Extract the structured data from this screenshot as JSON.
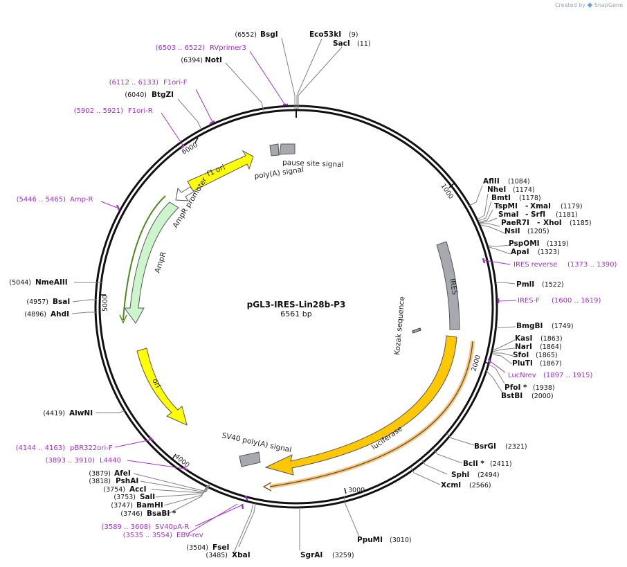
{
  "branding": {
    "created_by": "Created by",
    "brand_name": "SnapGene"
  },
  "plasmid": {
    "name": "pGL3-IRES-Lin28b-P3",
    "size_label": "6561 bp",
    "length": 6561
  },
  "tick_labels": [
    "1000",
    "2000",
    "3000",
    "4000",
    "5000",
    "6000"
  ],
  "features": [
    {
      "name": "f1 ori",
      "label": "f1 ori",
      "color": "#ffff00"
    },
    {
      "name": "AmpR promoter",
      "label": "AmpR promoter",
      "color": "#ffffff"
    },
    {
      "name": "AmpR",
      "label": "AmpR",
      "color": "#ccf5cc"
    },
    {
      "name": "ori",
      "label": "ori",
      "color": "#ffff00"
    },
    {
      "name": "luciferase",
      "label": "luciferase",
      "color": "#ffc800"
    },
    {
      "name": "IRES",
      "label": "IRES",
      "color": "#a6aaae"
    },
    {
      "name": "pause site signal",
      "label": "pause site signal",
      "color": "#a6aaae"
    },
    {
      "name": "poly(A) signal",
      "label": "poly(A) signal",
      "color": "#a6aaae"
    },
    {
      "name": "SV40 poly(A) signal",
      "label": "SV40 poly(A) signal",
      "color": "#a6aaae"
    },
    {
      "name": "Kozak sequence",
      "label": "Kozak sequence",
      "color": "#a6aaae"
    }
  ],
  "enzymes": [
    {
      "name": "BsgI",
      "pos": "(6552)"
    },
    {
      "name": "Eco53kI",
      "pos": "(9)"
    },
    {
      "name": "SacI",
      "pos": "(11)"
    },
    {
      "name": "NotI",
      "pos": "(6394)"
    },
    {
      "name": "BtgZI",
      "pos": "(6040)"
    },
    {
      "name": "AflII",
      "pos": "(1084)"
    },
    {
      "name": "NheI",
      "pos": "(1174)"
    },
    {
      "name": "BmtI",
      "pos": "(1178)"
    },
    {
      "name": "TspMI",
      "name2": "XmaI",
      "pos": "(1179)"
    },
    {
      "name": "SmaI",
      "name2": "SrfI",
      "pos": "(1181)"
    },
    {
      "name": "PaeR7I",
      "name2": "XhoI",
      "pos": "(1185)"
    },
    {
      "name": "NsiI",
      "pos": "(1205)"
    },
    {
      "name": "PspOMI",
      "pos": "(1319)"
    },
    {
      "name": "ApaI",
      "pos": "(1323)"
    },
    {
      "name": "PmlI",
      "pos": "(1522)"
    },
    {
      "name": "BmgBI",
      "pos": "(1749)"
    },
    {
      "name": "KasI",
      "pos": "(1863)"
    },
    {
      "name": "NarI",
      "pos": "(1864)"
    },
    {
      "name": "SfoI",
      "pos": "(1865)"
    },
    {
      "name": "PluTI",
      "pos": "(1867)"
    },
    {
      "name": "PfoI *",
      "pos": "(1938)"
    },
    {
      "name": "BstBI",
      "pos": "(2000)"
    },
    {
      "name": "BsrGI",
      "pos": "(2321)"
    },
    {
      "name": "BclI *",
      "pos": "(2411)"
    },
    {
      "name": "SphI",
      "pos": "(2494)"
    },
    {
      "name": "XcmI",
      "pos": "(2566)"
    },
    {
      "name": "PpuMI",
      "pos": "(3010)"
    },
    {
      "name": "SgrAI",
      "pos": "(3259)"
    },
    {
      "name": "FseI",
      "pos": "(3504)"
    },
    {
      "name": "XbaI",
      "pos": "(3485)"
    },
    {
      "name": "AfeI",
      "pos": "(3879)"
    },
    {
      "name": "PshAI",
      "pos": "(3818)"
    },
    {
      "name": "AccI",
      "pos": "(3754)"
    },
    {
      "name": "SalI",
      "pos": "(3753)"
    },
    {
      "name": "BamHI",
      "pos": "(3747)"
    },
    {
      "name": "BsaBI *",
      "pos": "(3746)"
    },
    {
      "name": "AlwNI",
      "pos": "(4419)"
    },
    {
      "name": "NmeAIII",
      "pos": "(5044)"
    },
    {
      "name": "BsaI",
      "pos": "(4957)"
    },
    {
      "name": "AhdI",
      "pos": "(4896)"
    }
  ],
  "primers": [
    {
      "name": "RVprimer3",
      "range": "(6503 .. 6522)"
    },
    {
      "name": "F1ori-F",
      "range": "(6112 .. 6133)"
    },
    {
      "name": "F1ori-R",
      "range": "(5902 .. 5921)"
    },
    {
      "name": "Amp-R",
      "range": "(5446 .. 5465)"
    },
    {
      "name": "IRES reverse",
      "range": "(1373 .. 1390)"
    },
    {
      "name": "IRES-F",
      "range": "(1600 .. 1619)"
    },
    {
      "name": "LucNrev",
      "range": "(1897 .. 1915)"
    },
    {
      "name": "pBR322ori-F",
      "range": "(4144 .. 4163)"
    },
    {
      "name": "L4440",
      "range": "(3893 .. 3910)"
    },
    {
      "name": "SV40pA-R",
      "range": "(3589 .. 3608)"
    },
    {
      "name": "EBV-rev",
      "range": "(3535 .. 3554)"
    }
  ]
}
